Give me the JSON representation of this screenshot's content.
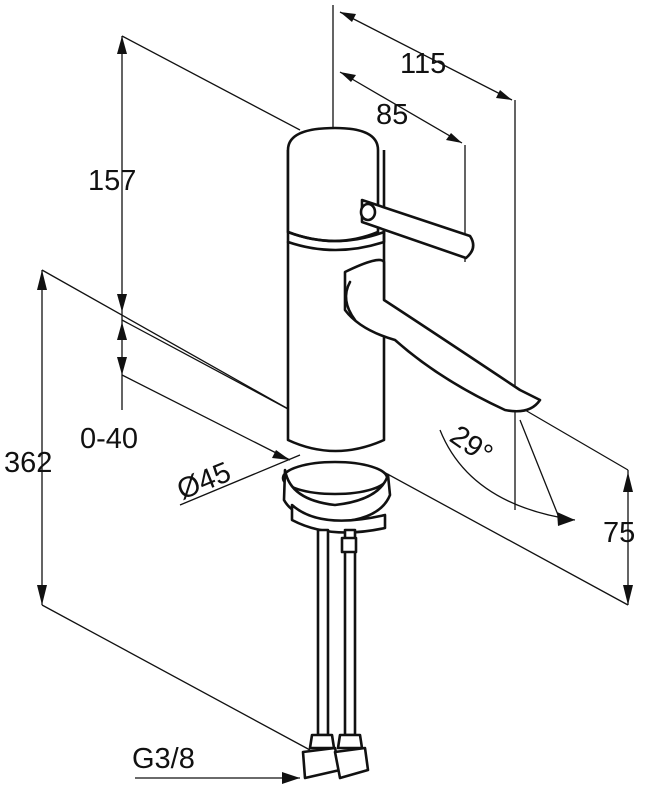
{
  "drawing": {
    "title": "faucet dimension drawing",
    "dimensions": {
      "width_total": "115",
      "lever_reach": "85",
      "height_upper": "157",
      "adjustable": "0-40",
      "height_total": "362",
      "diameter": "Ø45",
      "spout_angle": "29°",
      "spout_height": "75",
      "connection": "G3/8"
    }
  }
}
